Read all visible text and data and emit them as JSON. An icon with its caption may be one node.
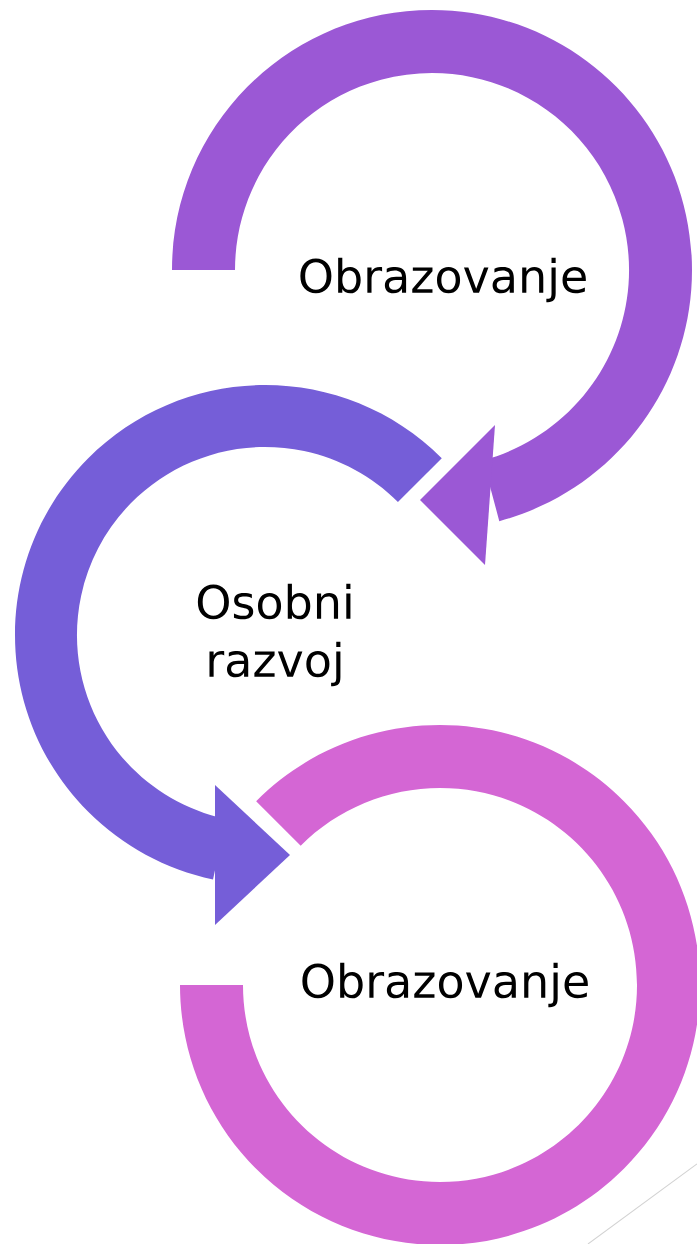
{
  "diagram": {
    "nodes": [
      {
        "text": [
          "Obrazovanje"
        ]
      },
      {
        "text": [
          "Osobni razvoj"
        ]
      },
      {
        "text": [
          "Obrazovanje"
        ]
      }
    ]
  }
}
